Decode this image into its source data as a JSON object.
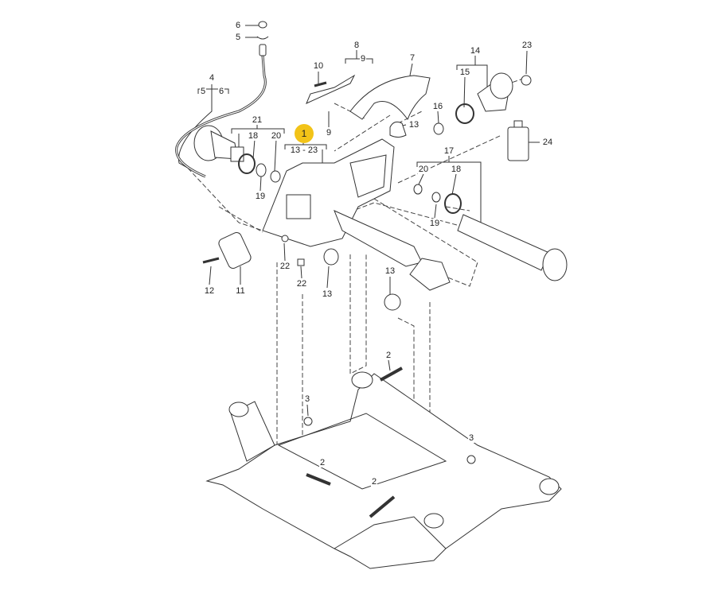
{
  "diagram": {
    "highlighted_part": "1",
    "highlight_color": "#f2c318",
    "callouts": [
      "6",
      "5",
      "4",
      "5",
      "6",
      "21",
      "18",
      "20",
      "19",
      "1",
      "13 - 23",
      "10",
      "8",
      "9",
      "7",
      "9",
      "13",
      "16",
      "14",
      "15",
      "23",
      "24",
      "17",
      "20",
      "18",
      "19",
      "22",
      "22",
      "13",
      "12",
      "11",
      "13",
      "2",
      "3",
      "2",
      "3",
      "2"
    ]
  }
}
